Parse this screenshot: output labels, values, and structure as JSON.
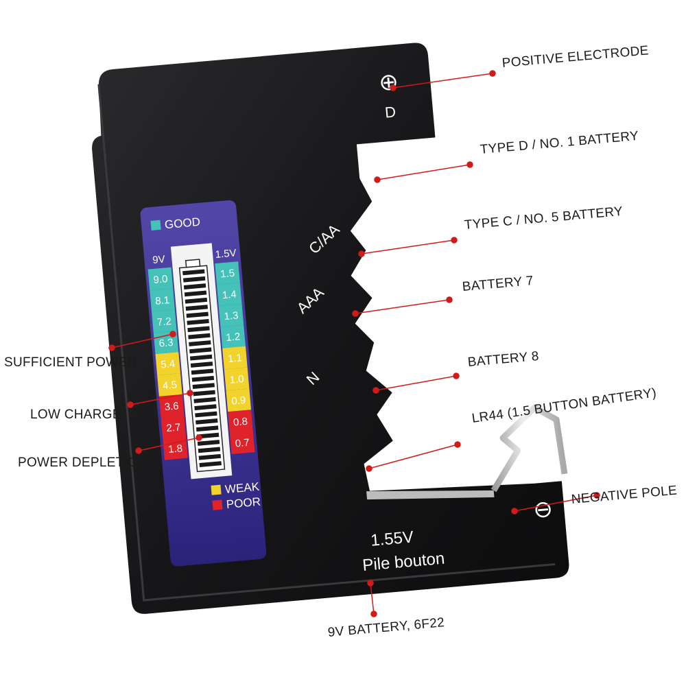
{
  "device": {
    "body_color": "#1c1c1e",
    "screen_color": "#4a3f98",
    "screen_dark": "#2b2478",
    "poles": {
      "positive_symbol": "⊕",
      "positive_label": "D",
      "negative_symbol": "⊖"
    },
    "slot_labels": {
      "c_aa": "C/AA",
      "aaa": "AAA",
      "n": "N"
    },
    "bottom_text": {
      "voltage": "1.55V",
      "caption": "Pile bouton"
    }
  },
  "meter": {
    "good_label": "GOOD",
    "weak_label": "WEAK",
    "poor_label": "POOR",
    "colors": {
      "good": "#45c2b8",
      "weak": "#f2d32b",
      "poor": "#e0222a"
    },
    "left_scale": {
      "header": "9V",
      "values": [
        {
          "v": "9.0",
          "zone": "good"
        },
        {
          "v": "8.1",
          "zone": "good"
        },
        {
          "v": "7.2",
          "zone": "good"
        },
        {
          "v": "6.3",
          "zone": "good"
        },
        {
          "v": "5.4",
          "zone": "weak"
        },
        {
          "v": "4.5",
          "zone": "weak"
        },
        {
          "v": "3.6",
          "zone": "poor"
        },
        {
          "v": "2.7",
          "zone": "poor"
        },
        {
          "v": "1.8",
          "zone": "poor"
        }
      ]
    },
    "right_scale": {
      "header": "1.5V",
      "values": [
        {
          "v": "1.5",
          "zone": "good"
        },
        {
          "v": "1.4",
          "zone": "good"
        },
        {
          "v": "1.3",
          "zone": "good"
        },
        {
          "v": "1.2",
          "zone": "good"
        },
        {
          "v": "1.1",
          "zone": "weak"
        },
        {
          "v": "1.0",
          "zone": "weak"
        },
        {
          "v": "0.9",
          "zone": "weak"
        },
        {
          "v": "0.8",
          "zone": "poor"
        },
        {
          "v": "0.7",
          "zone": "poor"
        }
      ]
    }
  },
  "callouts": {
    "positive_electrode": "POSITIVE ELECTRODE",
    "type_d": "TYPE D / NO. 1 BATTERY",
    "type_c": "TYPE C / NO. 5 BATTERY",
    "battery_7": "BATTERY 7",
    "battery_8": "BATTERY 8",
    "lr44": "LR44 (1.5 BUTTON BATTERY)",
    "negative_pole": "NEGATIVE POLE",
    "nine_volt": "9V BATTERY, 6F22",
    "sufficient_power": "SUFFICIENT POWER",
    "low_charge": "LOW CHARGE",
    "power_depletion": "POWER DEPLETION"
  },
  "leader_color": "#d11a1a"
}
